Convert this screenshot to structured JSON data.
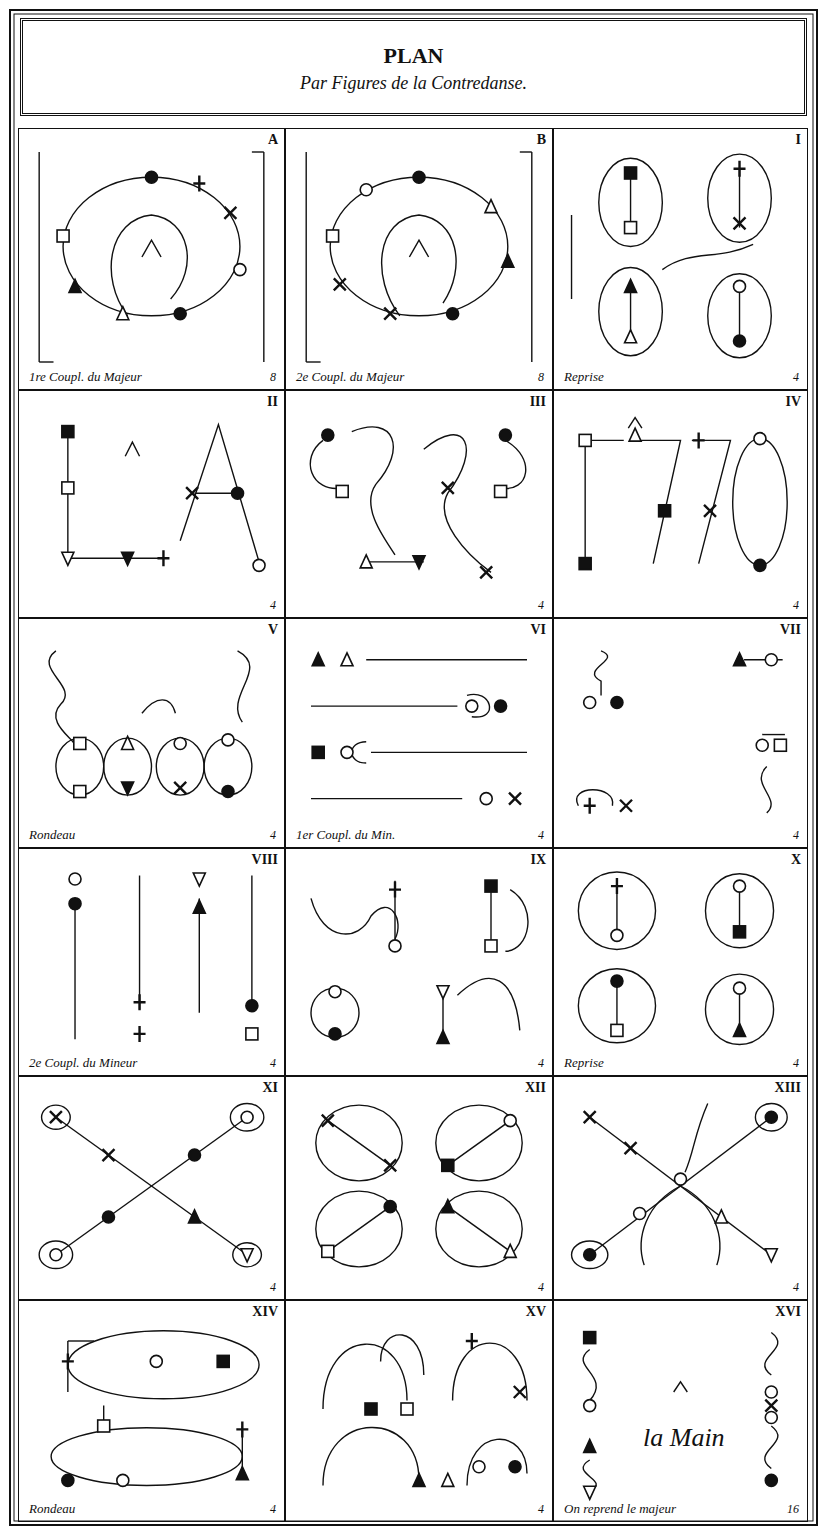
{
  "diagram": {
    "title": "PLAN",
    "labels": [
      "Par Figures de la Contredanse."
    ],
    "nodes": [
      {
        "text": [
          "A",
          "1re Coupl. du Majeur",
          "8"
        ]
      },
      {
        "text": [
          "B",
          "2e Coupl. du Majeur",
          "8"
        ]
      },
      {
        "text": [
          "I",
          "Reprise",
          "4"
        ]
      },
      {
        "text": [
          "II",
          "4"
        ]
      },
      {
        "text": [
          "III",
          "4"
        ]
      },
      {
        "text": [
          "IV",
          "4"
        ]
      },
      {
        "text": [
          "V",
          "Rondeau",
          "4"
        ]
      },
      {
        "text": [
          "VI",
          "1er Coupl. du Min.",
          "4"
        ]
      },
      {
        "text": [
          "VII",
          "4"
        ]
      },
      {
        "text": [
          "VIII",
          "2e Coupl. du Mineur",
          "4"
        ]
      },
      {
        "text": [
          "IX",
          "4"
        ]
      },
      {
        "text": [
          "X",
          "Reprise",
          "4"
        ]
      },
      {
        "text": [
          "XI",
          "4"
        ]
      },
      {
        "text": [
          "XII",
          "4"
        ]
      },
      {
        "text": [
          "XIII",
          "4"
        ]
      },
      {
        "text": [
          "XIV",
          "Rondeau",
          "4"
        ]
      },
      {
        "text": [
          "XV",
          "4"
        ]
      },
      {
        "text": [
          "XVI",
          "la Main",
          "On reprend le majeur",
          "16"
        ]
      }
    ]
  }
}
